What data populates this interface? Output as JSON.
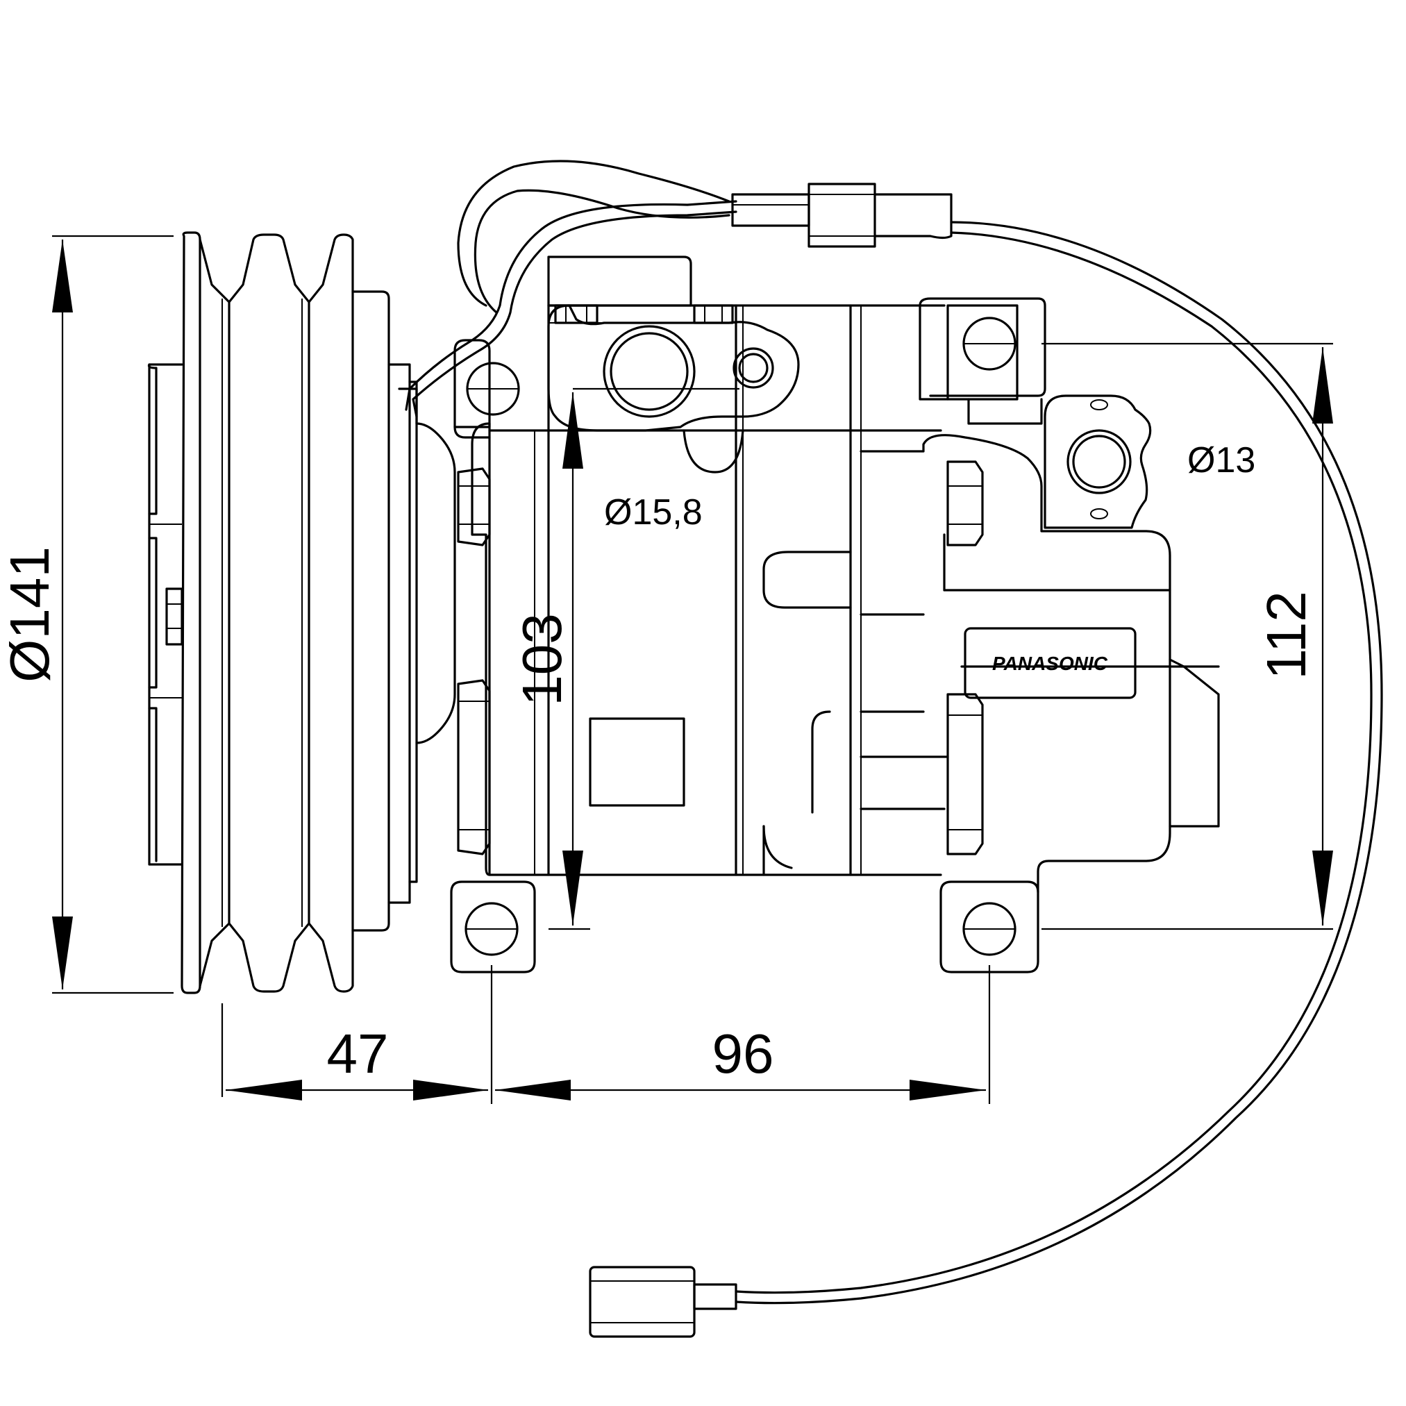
{
  "dimensions": {
    "pulley_diameter": "Ø141",
    "height_103": "103",
    "height_112": "112",
    "offset_47": "47",
    "mount_spacing_96": "96",
    "port_suction": "Ø15,8",
    "port_discharge": "Ø13"
  },
  "brand_label": "PANASONIC"
}
